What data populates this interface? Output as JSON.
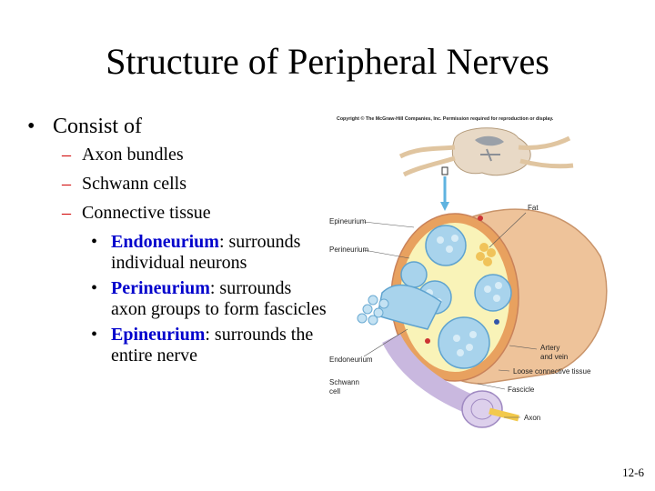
{
  "slide": {
    "title": "Structure of Peripheral Nerves",
    "page_number": "12-6"
  },
  "bullets": {
    "level1": "Consist of",
    "level2": [
      "Axon bundles",
      "Schwann cells",
      "Connective tissue"
    ],
    "level3": [
      {
        "term": "Endoneurium",
        "text": ": surrounds individual neurons"
      },
      {
        "term": "Perineurium",
        "text": ": surrounds axon groups to form fascicles"
      },
      {
        "term": "Epineurium",
        "text": ": surrounds the entire nerve"
      }
    ],
    "term_color": "#0000cc",
    "dash_color": "#d00000"
  },
  "figure": {
    "copyright": "Copyright © The McGraw-Hill Companies, Inc. Permission required for reproduction or display.",
    "labels": {
      "fat": "Fat",
      "epineurium": "Epineurium",
      "perineurium": "Perineurium",
      "endoneurium": "Endoneurium",
      "schwann_cell_1": "Schwann",
      "schwann_cell_2": "cell",
      "artery_1": "Artery",
      "artery_2": "and vein",
      "loose_tissue": "Loose connective tissue",
      "fascicle": "Fascicle",
      "axon": "Axon"
    }
  }
}
